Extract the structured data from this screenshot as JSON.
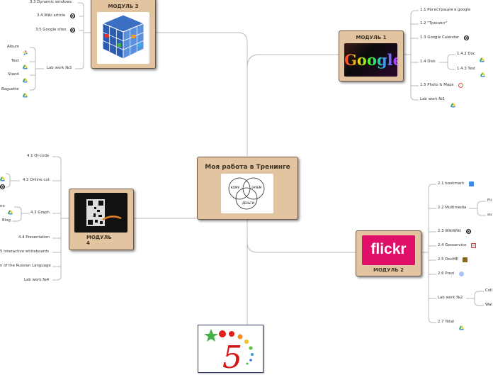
{
  "root": {
    "title": "Моя работа в Тренинге"
  },
  "modules": {
    "m1": {
      "title": "МОДУЛЬ 1",
      "image_text": "Google"
    },
    "m2": {
      "title": "МОДУЛЬ 2",
      "image_text": "flickr"
    },
    "m3": {
      "title": "МОДУЛЬ 3"
    },
    "m4": {
      "title": "МОДУЛЬ 4"
    }
  },
  "venn": {
    "top_left": "КОМУ",
    "top_right": "ЗАЧЕМ",
    "bottom": "ДЕНЬГИ"
  },
  "m1_items": {
    "i1": "1.1 Регистрация в google",
    "i2": "1.2 \"Тренинг\"",
    "i3": "1.3 Google Calendar",
    "i4": "1.4 Disk",
    "i4a": "1.4.2 Doc",
    "i4b": "1.4.3 Test",
    "i5": "1.5 Photo & Maps",
    "i6": "Lab work №1"
  },
  "m2_items": {
    "i1": "2.1 bookmark",
    "i2": "2.2 Multimedia",
    "i2a": "Fli",
    "i2b": "au",
    "i3": "2.3 WikiWiki",
    "i4": "2.4 Geoservice",
    "i5": "2.5 DocME",
    "i6": "2.6 Prezi",
    "i7": "Lab work №2",
    "i7a": "Coll",
    "i7b": "Wal",
    "i8": "2.7 Total"
  },
  "m3_items": {
    "i1": "3.3 Dynamic windows",
    "i2": "3.4 Wiki article",
    "i3": "3.5 Google sites",
    "i4": "Lab work №3",
    "i4a": "Album",
    "i4b": "Text",
    "i4c": "Stand",
    "i4d": "Baguette"
  },
  "m4_items": {
    "i1": "4.1 Qr-code",
    "i2": "4.2 Online cut",
    "i3": "4.3 Graph",
    "i3a": "no",
    "i3b": "Blog",
    "i4": "4.4 Presentation",
    "i5": "5 Interactive whiteboards",
    "i6": "n of the Russian Language",
    "i7": "Lab work №4"
  },
  "colors": {
    "node_fill": "#e3c4a0",
    "line": "#b8b8b8",
    "border": "#6b5a48"
  }
}
